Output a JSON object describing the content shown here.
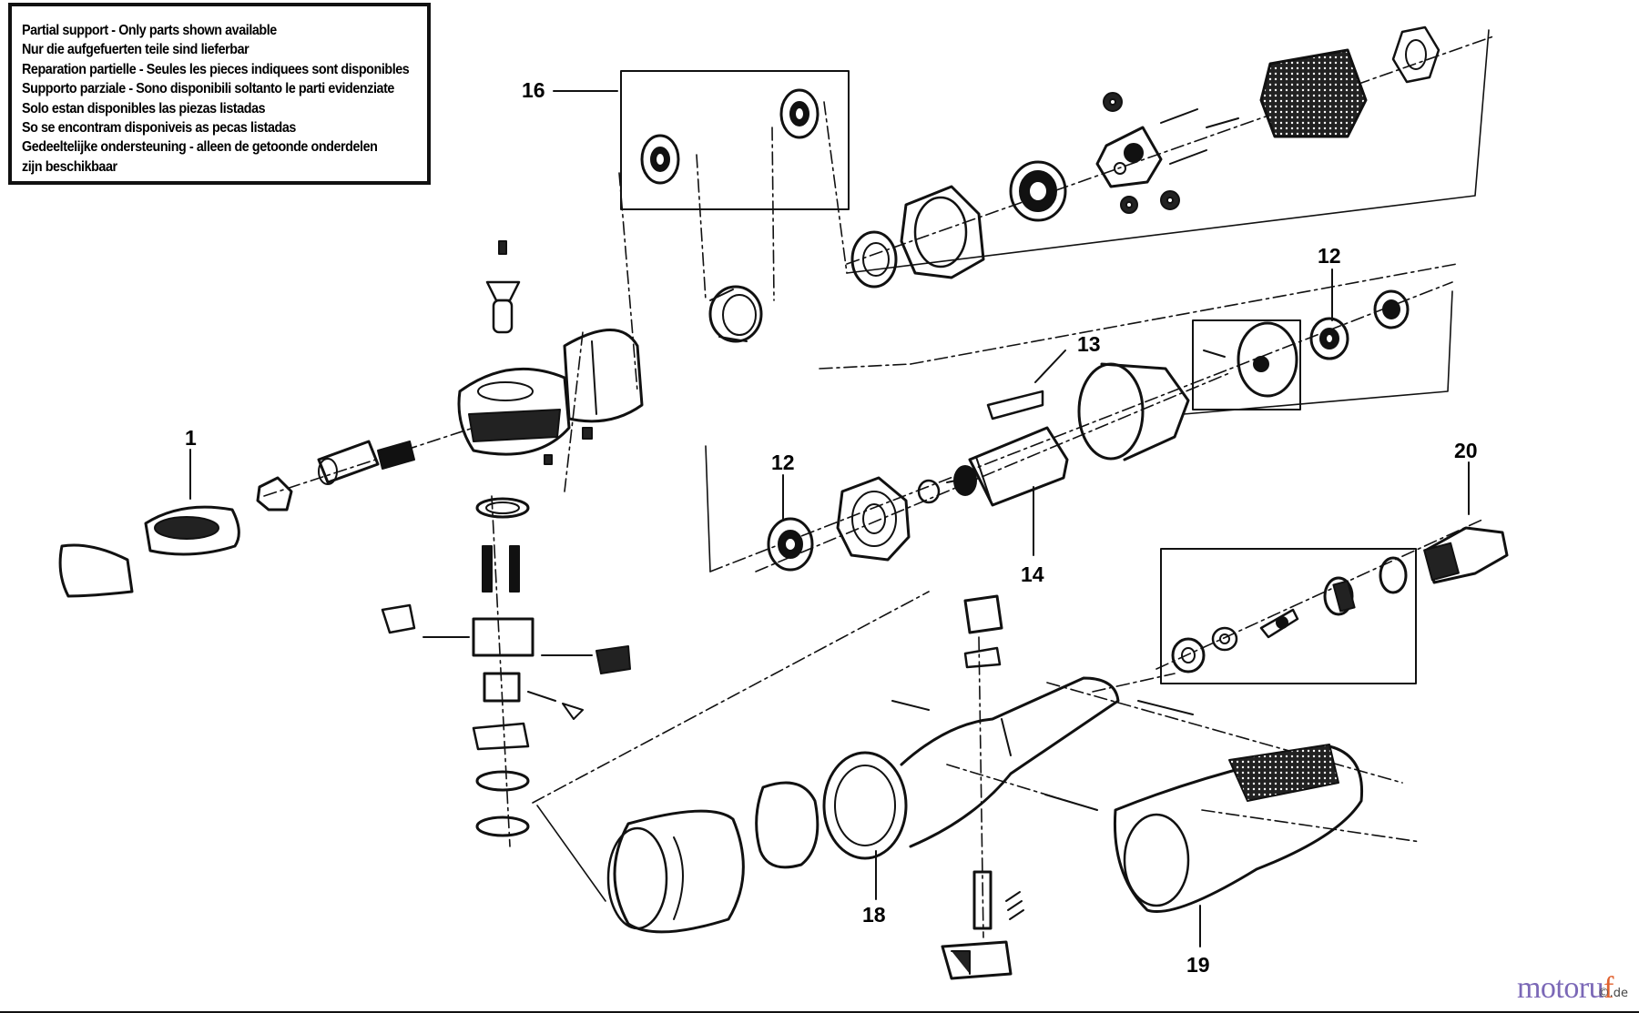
{
  "notice": {
    "lines": [
      "Partial support - Only parts shown available",
      "Nur die aufgefuerten teile sind lieferbar",
      "Reparation partielle - Seules les pieces indiquees sont disponibles",
      "Supporto parziale - Sono disponibili soltanto le parti evidenziate",
      "Solo estan disponibles las piezas listadas",
      "So se encontram disponiveis as pecas listadas",
      "Gedeeltelijke ondersteuning - alleen de getoonde onderdelen",
      "zijn beschikbaar"
    ]
  },
  "callouts": {
    "c1": "1",
    "c12a": "12",
    "c12b": "12",
    "c13": "13",
    "c14": "14",
    "c16": "16",
    "c18": "18",
    "c19": "19",
    "c20": "20"
  },
  "brand": {
    "part1": "motoru",
    "part2": "f",
    "badge": "©.de"
  },
  "colors": {
    "line": "#111111",
    "brand_purple": "#7b68b7",
    "brand_orange": "#e0612f"
  }
}
